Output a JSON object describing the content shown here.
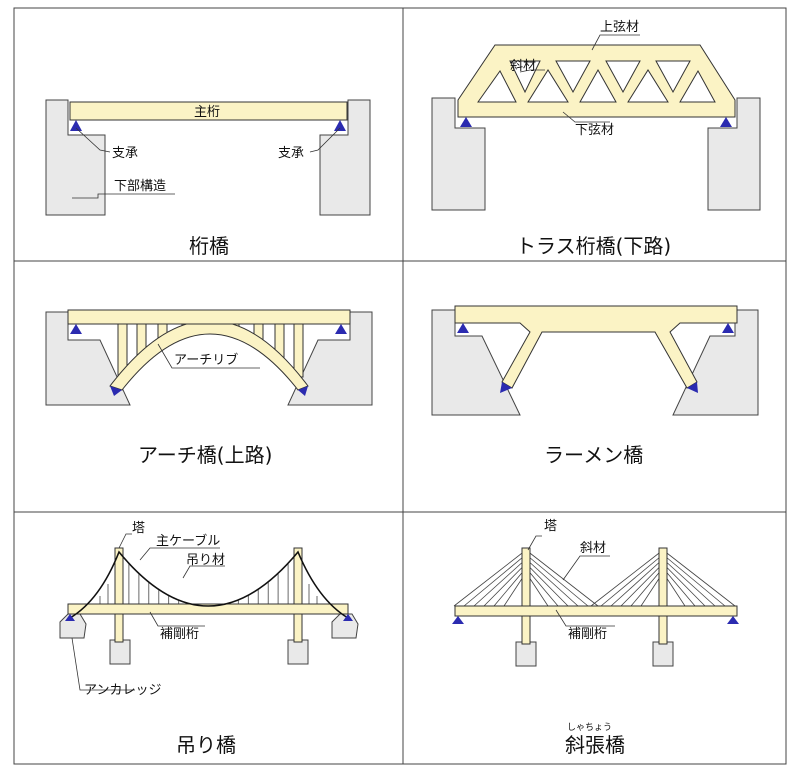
{
  "colors": {
    "deck": "#fbf3c5",
    "pier": "#e9e9e9",
    "bearing": "#2b2bb0",
    "cable": "#111111",
    "grid": "#444444"
  },
  "girder": {
    "caption": "桁橋",
    "main_girder": "主桁",
    "bearing_left": "支承",
    "bearing_right": "支承",
    "substructure": "下部構造"
  },
  "truss": {
    "caption": "トラス桁橋(下路)",
    "upper_chord": "上弦材",
    "diagonal": "斜材",
    "lower_chord": "下弦材"
  },
  "arch": {
    "caption": "アーチ橋(上路)",
    "arch_rib": "アーチリブ"
  },
  "rahmen": {
    "caption": "ラーメン橋"
  },
  "suspension": {
    "caption": "吊り橋",
    "tower": "塔",
    "main_cable": "主ケーブル",
    "hanger": "吊り材",
    "stiffening_girder": "補剛桁",
    "anchorage": "アンカレッジ"
  },
  "cable_stayed": {
    "caption": "斜張橋",
    "reading": "しゃちょう",
    "tower": "塔",
    "stay": "斜材",
    "stiffening_girder": "補剛桁"
  }
}
